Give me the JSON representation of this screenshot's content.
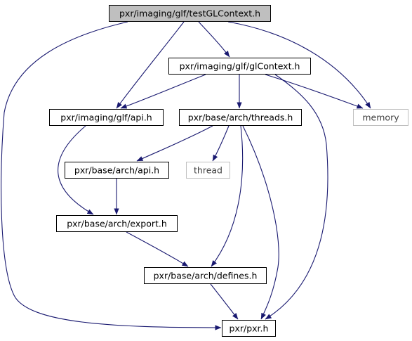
{
  "colors": {
    "edge": "#191970",
    "node_border": "#000000",
    "node_border_system": "#bfbfbf",
    "node_fill": "#ffffff",
    "node_fill_focus": "#bfbfbf",
    "text": "#000000",
    "text_system": "#404040"
  },
  "nodes": [
    {
      "id": "testglcontext",
      "label": "pxr/imaging/glf/testGLContext.h",
      "style": "focus"
    },
    {
      "id": "glcontext",
      "label": "pxr/imaging/glf/glContext.h",
      "style": "normal"
    },
    {
      "id": "glf_api",
      "label": "pxr/imaging/glf/api.h",
      "style": "normal"
    },
    {
      "id": "threads",
      "label": "pxr/base/arch/threads.h",
      "style": "normal"
    },
    {
      "id": "memory",
      "label": "memory",
      "style": "system"
    },
    {
      "id": "arch_api",
      "label": "pxr/base/arch/api.h",
      "style": "normal"
    },
    {
      "id": "thread",
      "label": "thread",
      "style": "system"
    },
    {
      "id": "export",
      "label": "pxr/base/arch/export.h",
      "style": "normal"
    },
    {
      "id": "defines",
      "label": "pxr/base/arch/defines.h",
      "style": "normal"
    },
    {
      "id": "pxr",
      "label": "pxr/pxr.h",
      "style": "normal"
    }
  ],
  "edges": [
    {
      "from": "testglcontext",
      "to": "glcontext"
    },
    {
      "from": "testglcontext",
      "to": "glf_api"
    },
    {
      "from": "testglcontext",
      "to": "memory"
    },
    {
      "from": "testglcontext",
      "to": "pxr"
    },
    {
      "from": "glcontext",
      "to": "glf_api"
    },
    {
      "from": "glcontext",
      "to": "threads"
    },
    {
      "from": "glcontext",
      "to": "memory"
    },
    {
      "from": "glcontext",
      "to": "pxr"
    },
    {
      "from": "glf_api",
      "to": "export"
    },
    {
      "from": "threads",
      "to": "arch_api"
    },
    {
      "from": "threads",
      "to": "thread"
    },
    {
      "from": "threads",
      "to": "defines"
    },
    {
      "from": "threads",
      "to": "pxr"
    },
    {
      "from": "arch_api",
      "to": "export"
    },
    {
      "from": "export",
      "to": "defines"
    },
    {
      "from": "defines",
      "to": "pxr"
    }
  ]
}
